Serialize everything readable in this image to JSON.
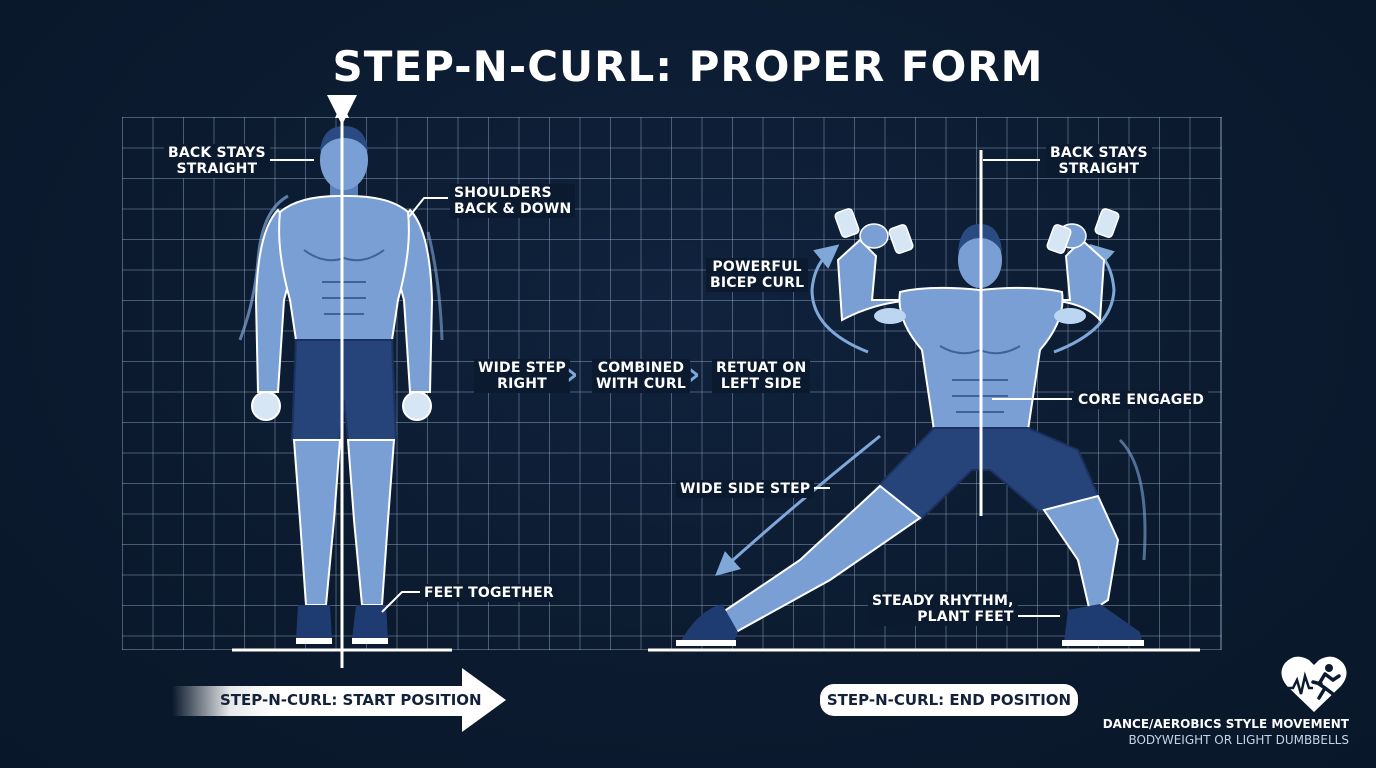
{
  "title": "STEP-N-CURL: PROPER FORM",
  "colors": {
    "background": "#0b1a2e",
    "grid_line": "#96aac8",
    "skin": "#7a9fd4",
    "skin_shadow": "#4f74ad",
    "shorts": "#26437a",
    "shoes": "#1f3c72",
    "accent_arrow": "#7fa8d8",
    "text": "#ffffff",
    "banner_text": "#13223a"
  },
  "start_figure": {
    "callouts": [
      {
        "id": "back",
        "text_line1": "BACK STAYS",
        "text_line2": "STRAIGHT"
      },
      {
        "id": "shoulders",
        "text_line1": "SHOULDERS",
        "text_line2": "BACK & DOWN"
      },
      {
        "id": "feet",
        "text_line1": "FEET TOGETHER",
        "text_line2": ""
      }
    ],
    "banner": "STEP-N-CURL: START POSITION"
  },
  "sequence": [
    {
      "line1": "WIDE STEP",
      "line2": "RIGHT"
    },
    {
      "line1": "COMBINED",
      "line2": "WITH CURL"
    },
    {
      "line1": "RETUAT ON",
      "line2": "LEFT SIDE"
    }
  ],
  "sequence_separator": "›",
  "end_figure": {
    "callouts": [
      {
        "id": "back",
        "text_line1": "BACK STAYS",
        "text_line2": "STRAIGHT"
      },
      {
        "id": "curl",
        "text_line1": "POWERFUL",
        "text_line2": "BICEP CURL"
      },
      {
        "id": "core",
        "text_line1": "CORE ENGAGED",
        "text_line2": ""
      },
      {
        "id": "step",
        "text_line1": "WIDE SIDE STEP",
        "text_line2": ""
      },
      {
        "id": "rhythm",
        "text_line1": "STEADY RHYTHM,",
        "text_line2": "PLANT FEET"
      }
    ],
    "banner": "STEP-N-CURL: END POSITION"
  },
  "footer": {
    "logo_icon": "heart-runner-icon",
    "line1": "DANCE/AEROBICS STYLE MOVEMENT",
    "line2": "BODYWEIGHT OR LIGHT DUMBBELLS"
  }
}
